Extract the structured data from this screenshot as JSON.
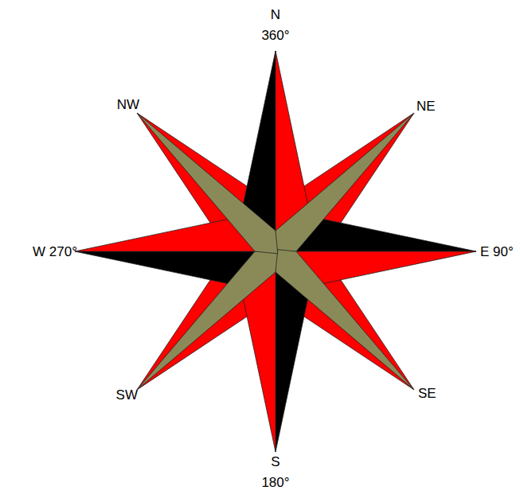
{
  "diagram": {
    "labels": [
      "N",
      "360°",
      "NE",
      "E 90°",
      "SE",
      "S",
      "180°",
      "SW",
      "W 270°",
      "NW"
    ]
  }
}
